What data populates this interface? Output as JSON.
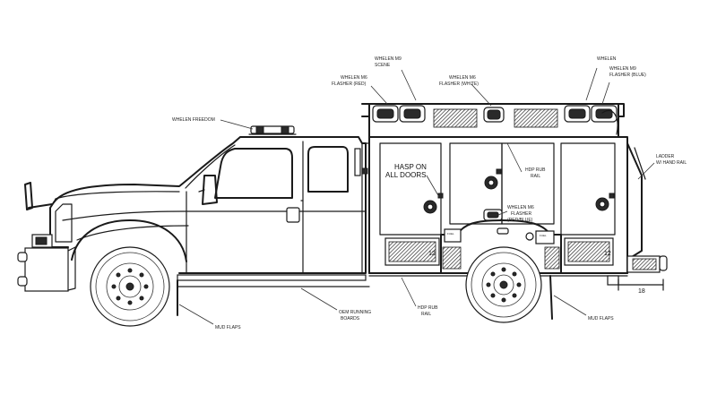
{
  "labels": {
    "scene_top": "WHELEN M9",
    "scene": "SCENE",
    "flasher_red_1": "WHELEN M6",
    "flasher_red_2": "FLASHER (RED)",
    "flasher_white_1": "WHELEN M6",
    "flasher_white_2": "FLASHER (WHITE)",
    "top_right_partial": "WHELEN",
    "flasher_blue_1": "WHELEN M9",
    "flasher_blue_2": "FLASHER (BLUE)",
    "freedom": "WHELEN FREEDOM",
    "ladder_1": "LADDER",
    "ladder_2": "W/ HAND RAIL",
    "hasp_1": "HASP ON",
    "hasp_2": "ALL DOORS",
    "hdp_rub_1": "HDP RUB",
    "hdp_rub_2": "RAIL",
    "flasher_rb_1": "WHELEN M6",
    "flasher_rb_2": "FLASHER",
    "flasher_rb_3": "(RED/BLUE)",
    "hdp_rub_low_1": "HDP RUB",
    "hdp_rub_low_2": "RAIL",
    "mud_flaps_left": "MUD FLAPS",
    "mud_flaps_right": "MUD FLAPS",
    "oem_1": "OEM RUNNING",
    "oem_2": "BOARDS",
    "dim_12_left": "12",
    "dim_12_right": "12",
    "dim_18": "18",
    "plate_1": "FUEL",
    "plate_2": "FUEL"
  }
}
